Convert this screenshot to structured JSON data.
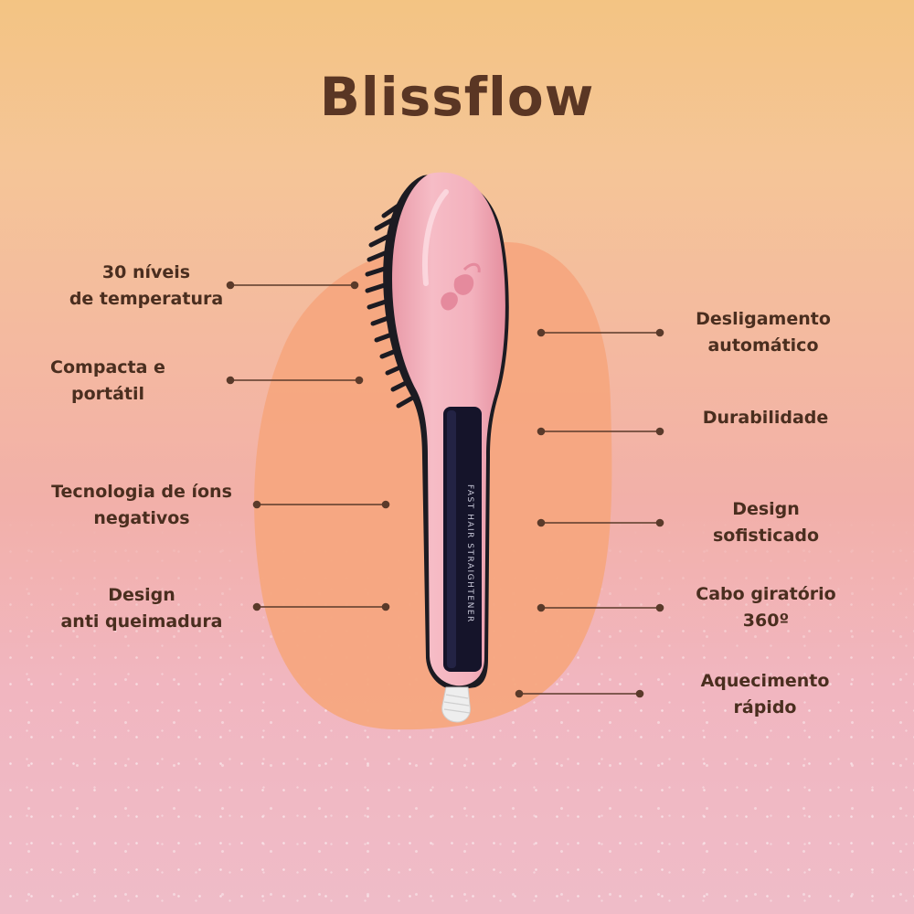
{
  "title": "Blissflow",
  "product": {
    "name": "hair straightening brush",
    "panel_text": "FAST HAIR STRAIGHTENER",
    "colors": {
      "body": "#f3b3bf",
      "bristles": "#1c1b22",
      "panel": "#15142a",
      "blob": "#f5a67f",
      "text": "#4a2e1f"
    }
  },
  "features_left": [
    {
      "lines": [
        "30 níveis",
        "de temperatura"
      ]
    },
    {
      "lines": [
        "Compacta e",
        "portátil"
      ]
    },
    {
      "lines": [
        "Tecnologia de íons",
        "negativos"
      ]
    },
    {
      "lines": [
        "Design",
        "anti queimadura"
      ]
    }
  ],
  "features_right": [
    {
      "lines": [
        "Desligamento",
        "automático"
      ]
    },
    {
      "lines": [
        "Durabilidade"
      ]
    },
    {
      "lines": [
        "Design",
        "sofisticado"
      ]
    },
    {
      "lines": [
        "Cabo giratório",
        "360º"
      ]
    },
    {
      "lines": [
        "Aquecimento",
        "rápido"
      ]
    }
  ]
}
